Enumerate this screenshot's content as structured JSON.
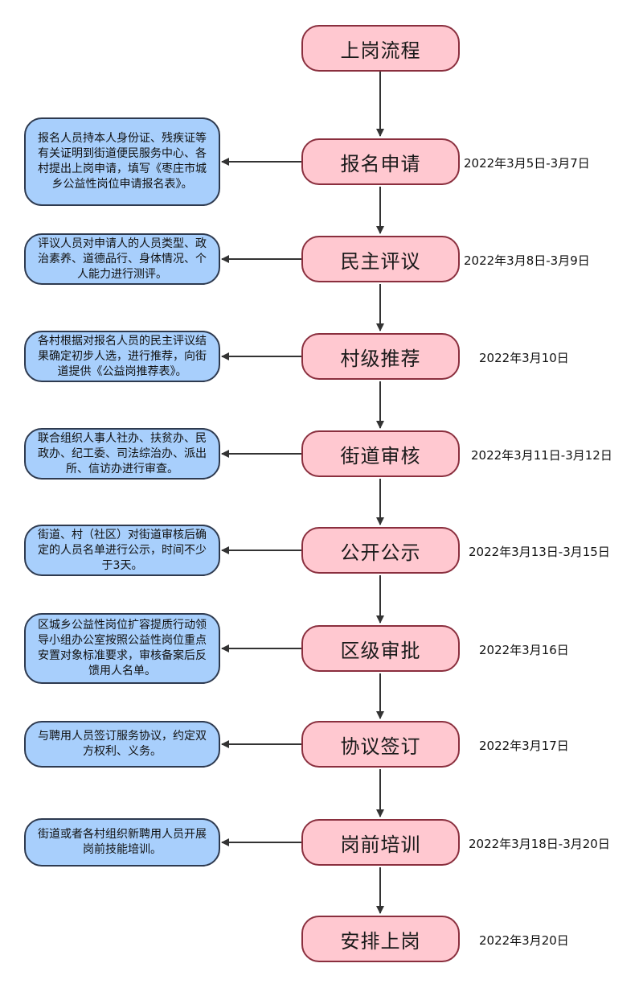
{
  "title": "上岗流程",
  "steps": [
    {
      "label": "报名申请",
      "date": "2022年3月5日-3月7日",
      "note": "报名人员持本人身份证、残疾证等有关证明到街道便民服务中心、各村提出上岗申请，填写《枣庄市城乡公益性岗位申请报名表》。"
    },
    {
      "label": "民主评议",
      "date": "2022年3月8日-3月9日",
      "note": "评议人员对申请人的人员类型、政治素养、道德品行、身体情况、个人能力进行测评。"
    },
    {
      "label": "村级推荐",
      "date": "2022年3月10日",
      "note": "各村根据对报名人员的民主评议结果确定初步人选，进行推荐，向街道提供《公益岗推荐表》。"
    },
    {
      "label": "街道审核",
      "date": "2022年3月11日-3月12日",
      "note": "联合组织人事人社办、扶贫办、民政办、纪工委、司法综治办、派出所、信访办进行审查。"
    },
    {
      "label": "公开公示",
      "date": "2022年3月13日-3月15日",
      "note": "街道、村（社区）对街道审核后确定的人员名单进行公示，时间不少于3天。"
    },
    {
      "label": "区级审批",
      "date": "2022年3月16日",
      "note": "区城乡公益性岗位扩容提质行动领导小组办公室按照公益性岗位重点安置对象标准要求，审核备案后反馈用人名单。"
    },
    {
      "label": "协议签订",
      "date": "2022年3月17日",
      "note": "与聘用人员签订服务协议，约定双方权利、义务。"
    },
    {
      "label": "岗前培训",
      "date": "2022年3月18日-3月20日",
      "note": "街道或者各村组织新聘用人员开展岗前技能培训。"
    },
    {
      "label": "安排上岗",
      "date": "2022年3月20日"
    }
  ],
  "colors": {
    "step_fill": "#ffc8d0",
    "step_border": "#8a2f3e",
    "note_fill": "#a8cffc",
    "note_border": "#2e3a4f",
    "arrow": "#333333"
  }
}
